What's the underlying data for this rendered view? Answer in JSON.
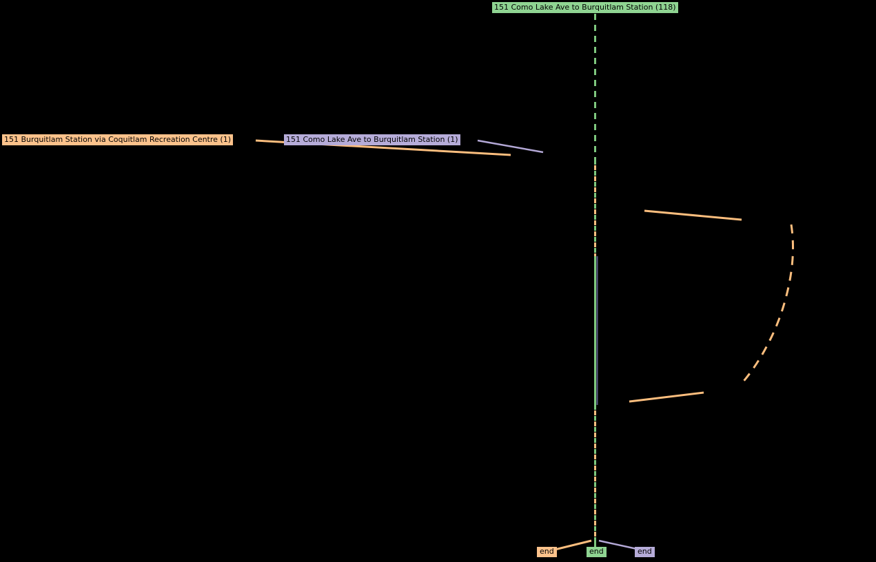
{
  "map": {
    "background_color": "#000000",
    "kind": "transit-route-variant-map"
  },
  "colors": {
    "route_green": "#7ec87e",
    "route_orange": "#fcbe7e",
    "route_purple": "#b3a8d6",
    "route_overlap_dark": "#5b5b8a",
    "label_text": "#000000"
  },
  "routes": [
    {
      "id": "green",
      "label": "151 Como Lake Ave to Burquitlam Station (118)",
      "trip_count": 118,
      "end_label": "end"
    },
    {
      "id": "orange",
      "label": "151 Burquitlam Station via Coquitlam Recreation Centre (1)",
      "trip_count": 1,
      "end_label": "end"
    },
    {
      "id": "purple",
      "label": "151 Como Lake Ave to Burquitlam Station (1)",
      "trip_count": 1,
      "end_label": "end"
    }
  ]
}
